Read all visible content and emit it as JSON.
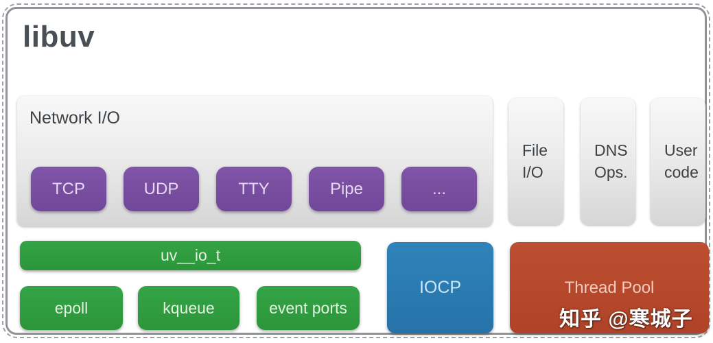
{
  "diagram": {
    "title": "libuv",
    "network": {
      "label": "Network I/O",
      "items": [
        "TCP",
        "UDP",
        "TTY",
        "Pipe",
        "..."
      ]
    },
    "side_boxes": [
      {
        "line1": "File",
        "line2": "I/O"
      },
      {
        "line1": "DNS",
        "line2": "Ops."
      },
      {
        "line1": "User",
        "line2": "code"
      }
    ],
    "unix_layer": {
      "io_watcher": "uv__io_t",
      "backends": [
        "epoll",
        "kqueue",
        "event ports"
      ]
    },
    "windows_layer": {
      "label": "IOCP"
    },
    "thread_pool": {
      "label": "Thread Pool"
    },
    "watermark": "知乎 @寒城子"
  },
  "colors": {
    "frame_border": "#8f9296",
    "purple": "#7a4da0",
    "green": "#2f9e41",
    "blue": "#2a7cb3",
    "red": "#b84a2d",
    "gray_panel_top": "#f8f8f8",
    "gray_panel_bottom": "#d6d6d6",
    "title_text": "#4a4f55"
  }
}
